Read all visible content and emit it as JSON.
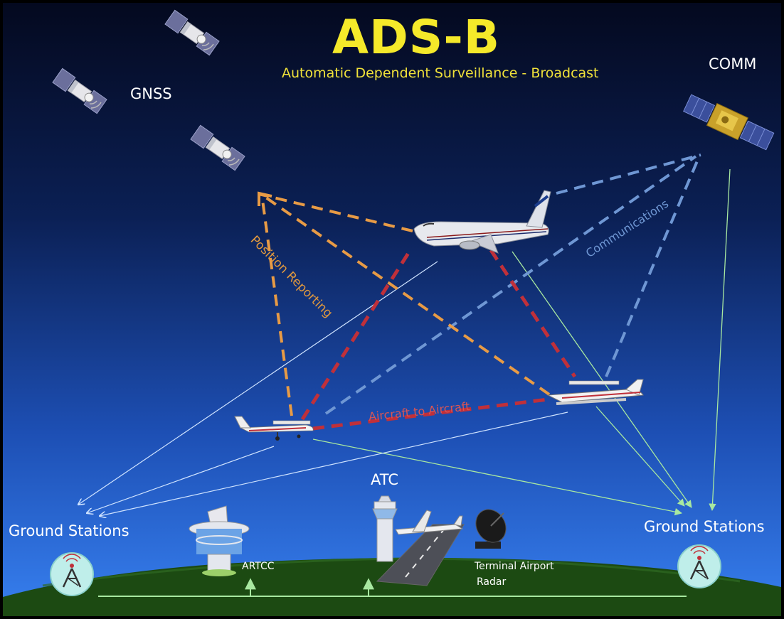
{
  "title": "ADS-B",
  "subtitle": "Automatic Dependent Surveillance - Broadcast",
  "labels": {
    "gnss": "GNSS",
    "comm": "COMM",
    "atc": "ATC",
    "ground_stations_left": "Ground Stations",
    "ground_stations_right": "Ground Stations",
    "artcc": "ARTCC",
    "terminal_radar_line1": "Terminal Airport",
    "terminal_radar_line2": "Radar"
  },
  "links": {
    "position_reporting": "Position Reporting",
    "communications": "Communications",
    "aircraft_to_aircraft": "Aircraft to Aircraft"
  },
  "colors": {
    "title": "#f5e92a",
    "position_reporting": "#e89b45",
    "communications": "#6f97d4",
    "aircraft_to_aircraft": "#c0303a",
    "ground_link": "#8ee08a",
    "ground": "#1c4a12",
    "sky_top": "#04091f",
    "sky_bottom": "#2e72e6"
  }
}
